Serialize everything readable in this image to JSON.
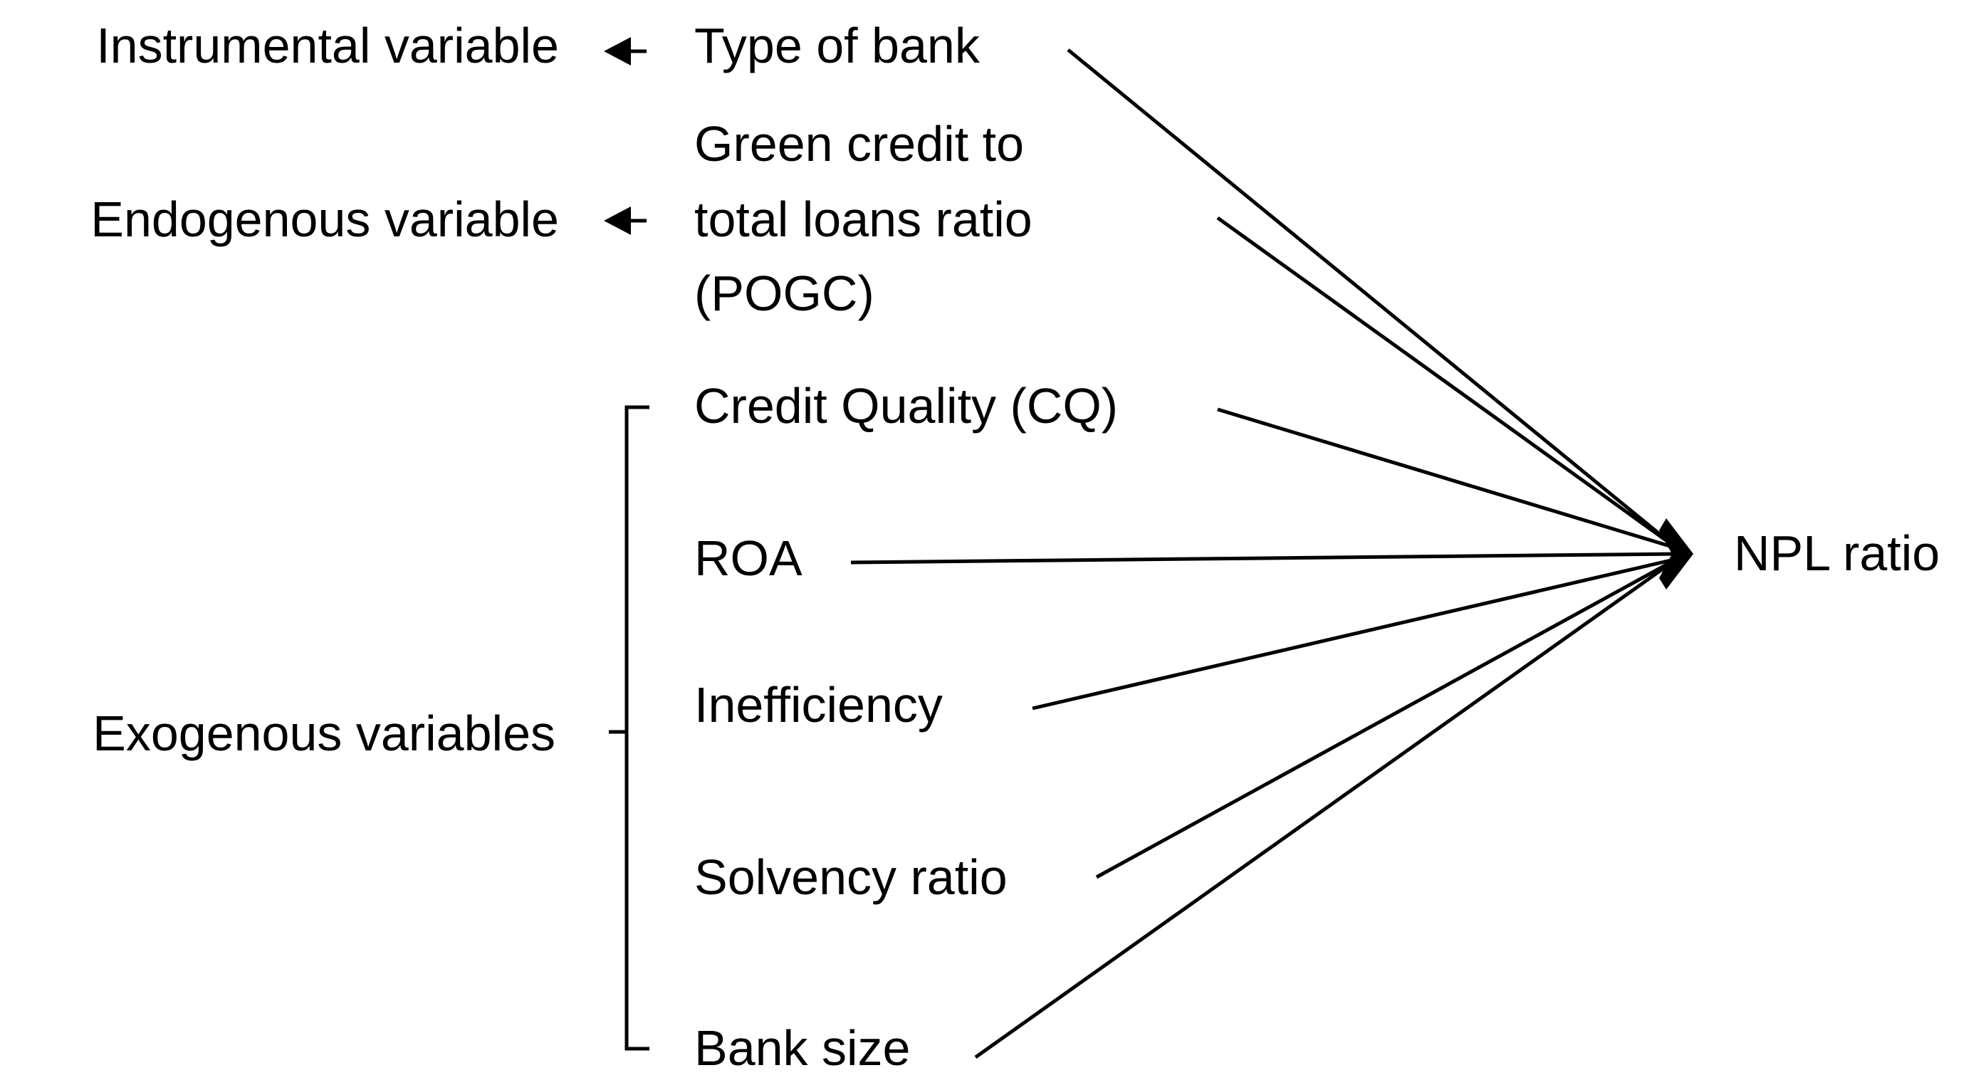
{
  "categories": {
    "instrumental": "Instrumental variable",
    "endogenous": "Endogenous variable",
    "exogenous": "Exogenous variables"
  },
  "variables": {
    "type_of_bank": "Type of bank",
    "pogc_line1": "Green credit to",
    "pogc_line2": "total loans ratio",
    "pogc_line3": "(POGC)",
    "credit_quality": "Credit Quality (CQ)",
    "roa": "ROA",
    "inefficiency": "Inefficiency",
    "solvency_ratio": "Solvency ratio",
    "bank_size": "Bank size"
  },
  "outcome": {
    "npl_ratio": "NPL ratio"
  }
}
